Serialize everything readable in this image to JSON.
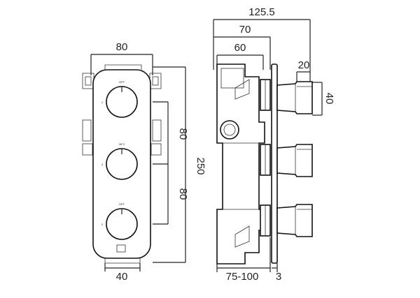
{
  "front_view": {
    "dimensions": {
      "width": "80",
      "height": "250",
      "spacing_upper": "80",
      "spacing_lower": "80",
      "base_width": "40"
    },
    "knobs": [
      {
        "top_label": "OFF",
        "side_label": "1"
      },
      {
        "top_label": "38°C",
        "side_label": "4"
      },
      {
        "top_label": "OFF",
        "side_label": "2"
      }
    ]
  },
  "side_view": {
    "dimensions": {
      "overall_depth": "125.5",
      "depth_70": "70",
      "depth_60": "60",
      "handle_width": "20",
      "handle_height": "40",
      "wall_depth_range": "75-100",
      "plate_thickness": "3"
    }
  }
}
